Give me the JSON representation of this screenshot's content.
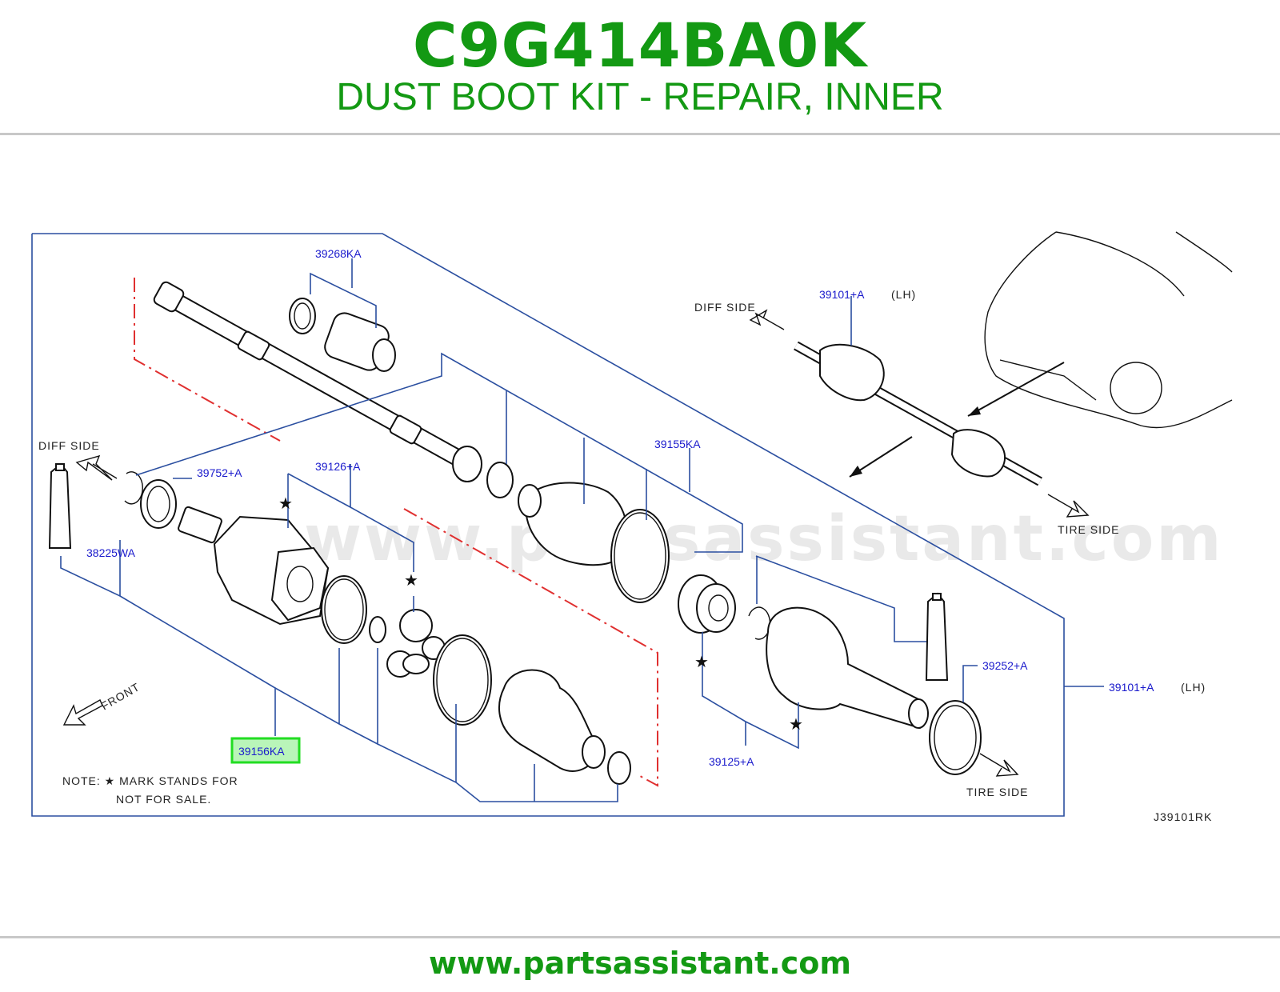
{
  "header": {
    "part_number": "C9G414BA0K",
    "description": "DUST BOOT KIT - REPAIR, INNER"
  },
  "diagram": {
    "watermark": "www.partsassistant.com",
    "labels": {
      "p39268KA": "39268KA",
      "p39101A_top": "39101+A",
      "lh_top": "(LH)",
      "p39155KA": "39155KA",
      "p39752A": "39752+A",
      "p39126A": "39126+A",
      "p38225WA": "38225WA",
      "p39156KA": "39156KA",
      "p39252A": "39252+A",
      "p39101A_right": "39101+A",
      "lh_right": "(LH)",
      "p39125A": "39125+A"
    },
    "text": {
      "diff_side_left": "DIFF SIDE",
      "diff_side_right": "DIFF SIDE",
      "tire_side_top": "TIRE SIDE",
      "tire_side_bottom": "TIRE SIDE",
      "front": "FRONT",
      "note_line1": "NOTE:  ★ MARK  STANDS  FOR",
      "note_line2": "NOT  FOR  SALE.",
      "diagram_code": "J39101RK"
    },
    "highlight_color": "#22dd22"
  },
  "footer": {
    "url": "www.partsassistant.com"
  }
}
